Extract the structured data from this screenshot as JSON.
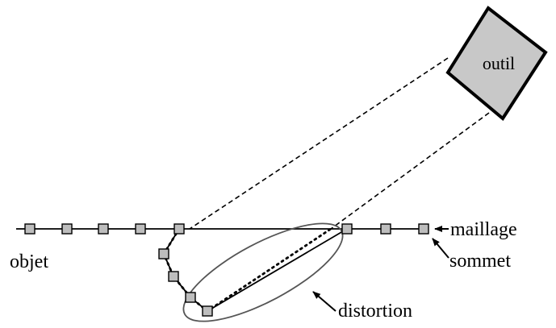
{
  "labels": {
    "tool": "outil",
    "mesh": "maillage",
    "object": "objet",
    "vertex": "sommet",
    "distortion": "distortion"
  },
  "colors": {
    "stroke": "#000000",
    "vertex_fill": "#bdbdbd",
    "tool_fill": "#c8c8c8",
    "ellipse_stroke": "#555555",
    "background": "#ffffff"
  },
  "icons": {
    "pointer_arrows": "arrow-left-icon"
  }
}
